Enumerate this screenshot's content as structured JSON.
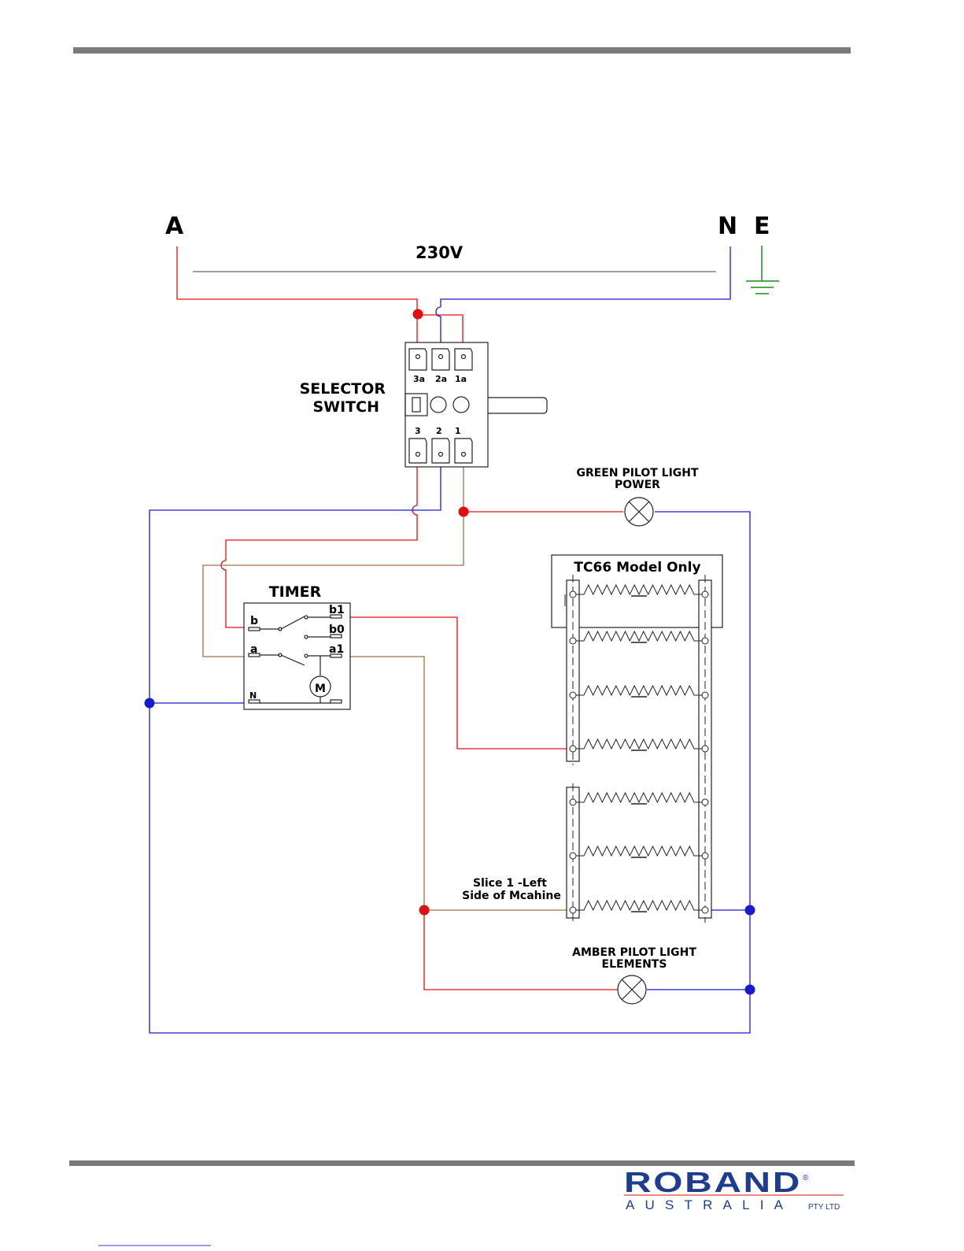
{
  "labels": {
    "phase": "A",
    "neutral": "N",
    "earth": "E",
    "voltage": "230V",
    "selector_line1": "SELECTOR",
    "selector_line2": "SWITCH",
    "timer": "TIMER",
    "green_line1": "GREEN PILOT LIGHT",
    "green_line2": "POWER",
    "tc66": "TC66 Model Only",
    "slice_line1": "Slice 1 -Left",
    "slice_line2": "Side of Mcahine",
    "amber_line1": "AMBER PILOT LIGHT",
    "amber_line2": "ELEMENTS"
  },
  "selector_terminals": {
    "top": [
      "3a",
      "2a",
      "1a"
    ],
    "bottom": [
      "3",
      "2",
      "1"
    ]
  },
  "timer_terminals": {
    "b": "b",
    "a": "a",
    "n": "N",
    "b1": "b1",
    "b0": "b0",
    "a1": "a1",
    "motor": "M"
  },
  "logo": {
    "name": "ROBAND",
    "country": "AUSTRALIA",
    "suffix": "PTY LTD"
  },
  "colors": {
    "live": "#e01010",
    "neutral": "#1a1ad0",
    "brown": "#a0704a",
    "earth": "#1a8a1a",
    "rule": "#7a7a7a",
    "logo": "#1d3d8f"
  }
}
